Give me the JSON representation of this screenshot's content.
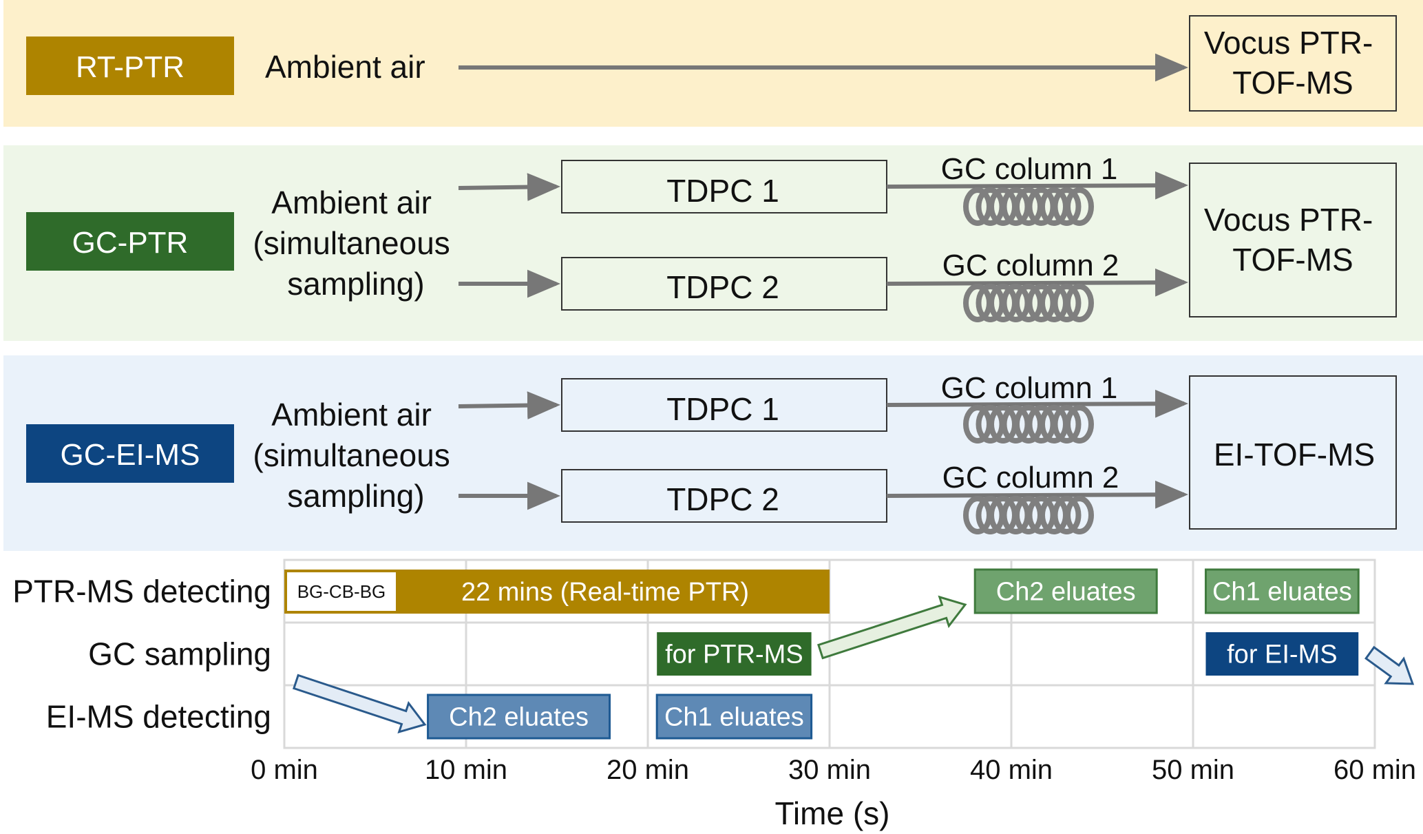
{
  "colors": {
    "rt_panel_bg": "#FDF0CB",
    "gc_panel_bg": "#EEF6E8",
    "ei_panel_bg": "#EAF2FA",
    "rt_label": "#AE8400",
    "gc_label": "#2F6B2A",
    "ei_label": "#0D4581",
    "arrow": "#777777",
    "coil": "#7F7F7F",
    "ptr_bar": "#AE8400",
    "gc_sampling_ptr": "#2F6B2A",
    "gc_sampling_ei": "#0D4581",
    "ch_eluates_green": "#6FA36E",
    "ch_eluates_blue": "#5E89B5",
    "grid": "#D9D9D9"
  },
  "panels": {
    "rt": {
      "label": "RT-PTR",
      "input_text": "Ambient air",
      "detector_lines": [
        "Vocus PTR-",
        "TOF-MS"
      ]
    },
    "gc_ptr": {
      "label": "GC-PTR",
      "input_lines": [
        "Ambient air",
        "(simultaneous",
        "sampling)"
      ],
      "trap_1": "TDPC 1",
      "trap_2": "TDPC 2",
      "column_1": "GC column 1",
      "column_2": "GC column 2",
      "detector_lines": [
        "Vocus PTR-",
        "TOF-MS"
      ]
    },
    "gc_ei": {
      "label": "GC-EI-MS",
      "input_lines": [
        "Ambient air",
        "(simultaneous",
        "sampling)"
      ],
      "trap_1": "TDPC 1",
      "trap_2": "TDPC 2",
      "column_1": "GC column 1",
      "column_2": "GC column 2",
      "detector_lines": [
        "EI-TOF-MS"
      ]
    }
  },
  "timeline": {
    "rows": [
      "PTR-MS detecting",
      "GC sampling",
      "EI-MS detecting"
    ],
    "x_ticks": [
      {
        "value": 0,
        "label": "0 min"
      },
      {
        "value": 10,
        "label": "10 min"
      },
      {
        "value": 20,
        "label": "20 min"
      },
      {
        "value": 30,
        "label": "30 min"
      },
      {
        "value": 40,
        "label": "40 min"
      },
      {
        "value": 50,
        "label": "50 min"
      },
      {
        "value": 60,
        "label": "60 min"
      }
    ],
    "x_range": [
      0,
      60
    ],
    "xlabel": "Time (s)",
    "background_label": "BG-CB-BG",
    "blocks": [
      {
        "row": 0,
        "start": 0,
        "end": 30,
        "label": "22 mins (Real-time PTR)",
        "color_key": "ptr_bar"
      },
      {
        "row": 0,
        "start": 38,
        "end": 48,
        "label": "Ch2 eluates",
        "color_key": "ch_eluates_green"
      },
      {
        "row": 0,
        "start": 50.7,
        "end": 59.1,
        "label": "Ch1 eluates",
        "color_key": "ch_eluates_green"
      },
      {
        "row": 1,
        "start": 20.5,
        "end": 29,
        "label": "for PTR-MS",
        "color_key": "gc_sampling_ptr"
      },
      {
        "row": 1,
        "start": 50.7,
        "end": 59.1,
        "label": "for EI-MS",
        "color_key": "gc_sampling_ei"
      },
      {
        "row": 2,
        "start": 7.9,
        "end": 17.9,
        "label": "Ch2 eluates",
        "color_key": "ch_eluates_blue"
      },
      {
        "row": 2,
        "start": 20.5,
        "end": 29,
        "label": "Ch1 eluates",
        "color_key": "ch_eluates_blue"
      }
    ]
  }
}
